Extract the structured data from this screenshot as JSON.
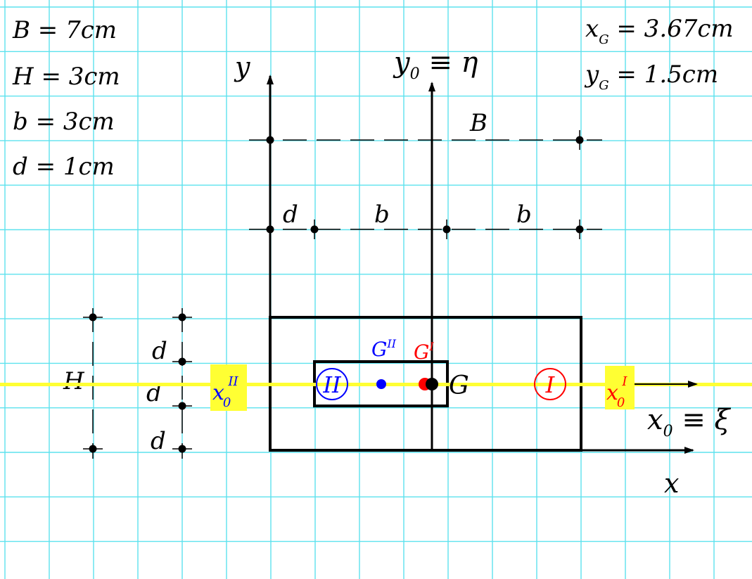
{
  "given": {
    "B": "B = 7cm",
    "H": "H = 3cm",
    "b": "b = 3cm",
    "d": "d = 1cm"
  },
  "results": {
    "xG": "x",
    "xG_sub": "G",
    "xG_val": " = 3.67cm",
    "yG": "y",
    "yG_sub": "G",
    "yG_val": " = 1.5cm"
  },
  "axes": {
    "y": "y",
    "x": "x",
    "y0": "y",
    "y0_sub": "0",
    "y0_rest": " ≡ η",
    "x0": "x",
    "x0_sub": "0",
    "x0_rest": " ≡ ξ"
  },
  "dimensions": {
    "B": "B",
    "d_top": "d",
    "b1": "b",
    "b2": "b",
    "H": "H",
    "d1": "d",
    "d2": "d",
    "d3": "d"
  },
  "points": {
    "G": "G",
    "GI": "G",
    "GI_sup": "I",
    "GII": "G",
    "GII_sup": "II"
  },
  "regions": {
    "I": "I",
    "II": "II"
  },
  "local_axes": {
    "x0I": "x",
    "x0I_sub": "0",
    "x0I_sup": "I",
    "x0II": "x",
    "x0II_sub": "0",
    "x0II_sup": "II"
  },
  "colors": {
    "grid": "#5de2ee",
    "axis_yellow": "#ffff33",
    "part_I": "#ff0000",
    "part_II": "#0000ff",
    "outline": "#000000"
  }
}
